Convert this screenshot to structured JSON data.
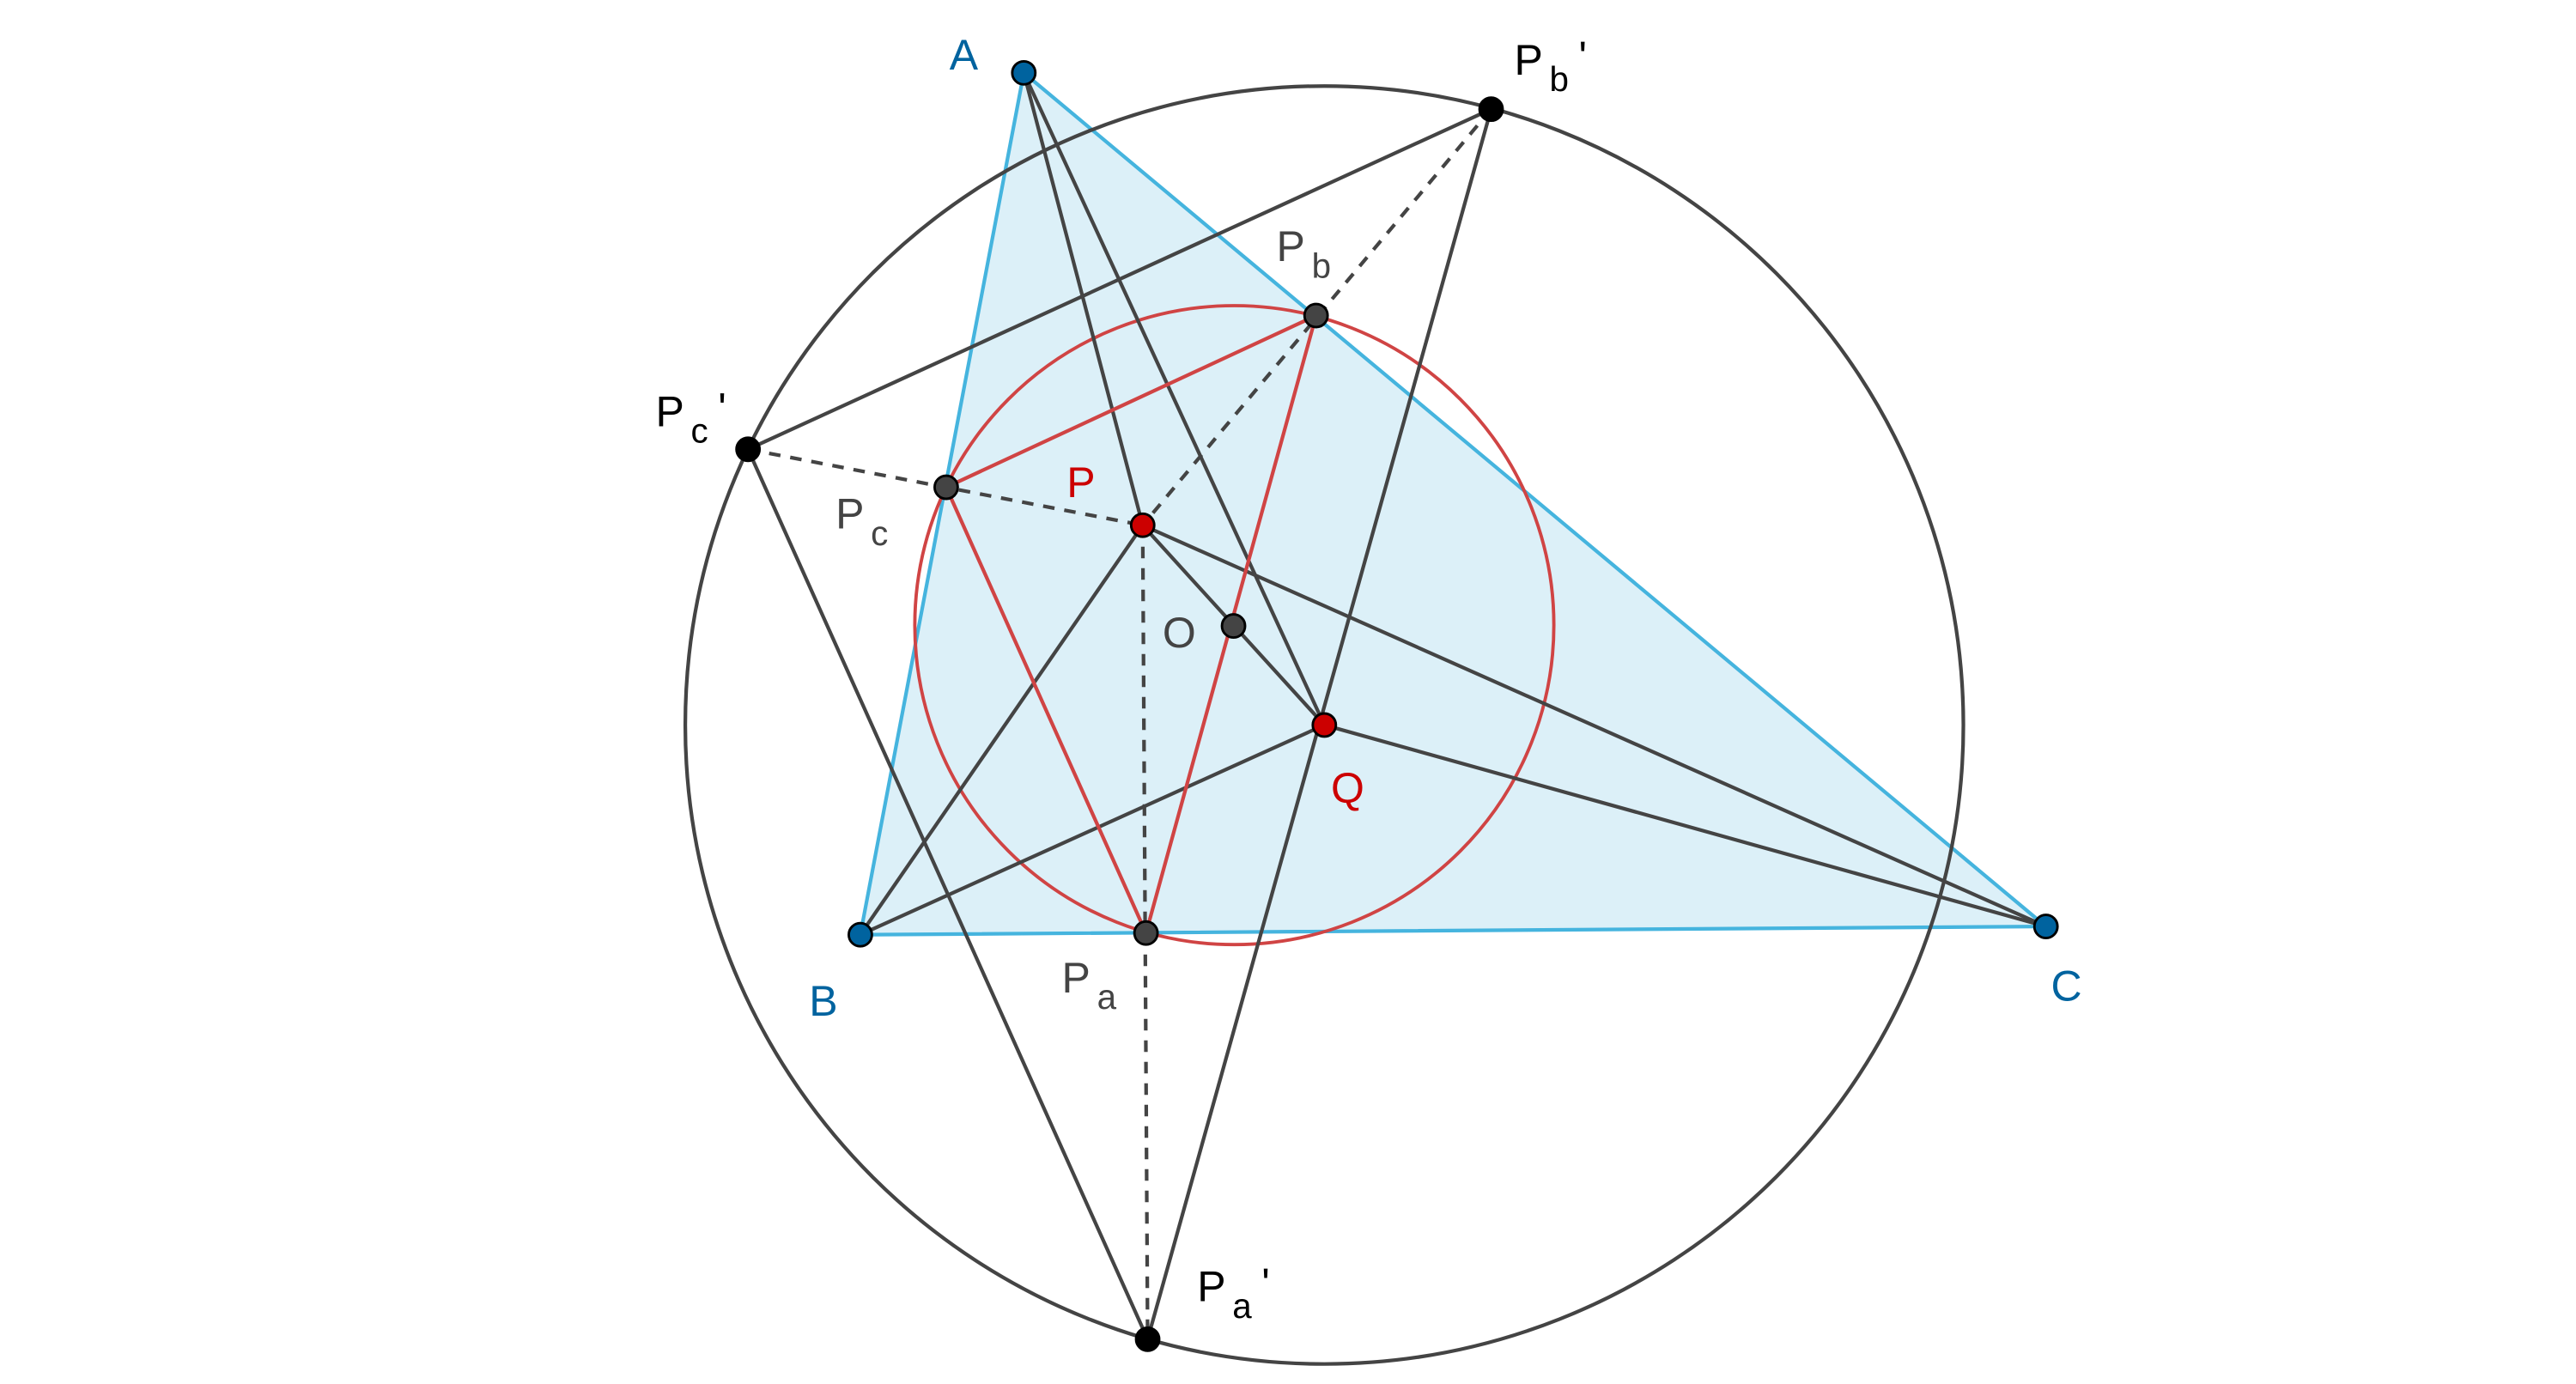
{
  "colors": {
    "triangle_fill": "#dcf0f8",
    "triangle_stroke": "#45b4de",
    "vertex": "#00639f",
    "line": "#444444",
    "red": "#d04444",
    "special_point": "#cc0000"
  },
  "labels": {
    "A": "A",
    "B": "B",
    "C": "C",
    "P": "P",
    "Q": "Q",
    "O": "O",
    "Pa_main": "P",
    "Pa_sub": "a",
    "Pb_main": "P",
    "Pb_sub": "b",
    "Pc_main": "P",
    "Pc_sub": "c",
    "Pa2_main": "P",
    "Pa2_sub": "a",
    "Pa2_prime": "'",
    "Pb2_main": "P",
    "Pb2_sub": "b",
    "Pb2_prime": "'",
    "Pc2_main": "P",
    "Pc2_sub": "c",
    "Pc2_prime": "'"
  }
}
